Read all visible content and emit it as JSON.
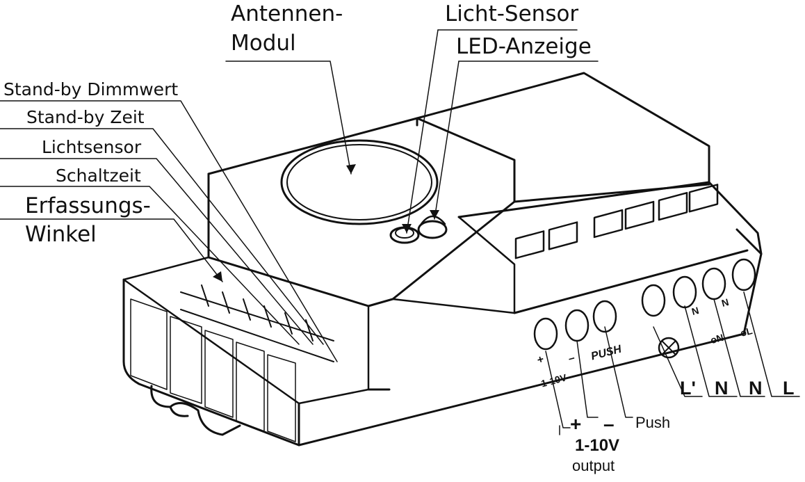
{
  "labels": {
    "antennen_line1": "Antennen-",
    "antennen_line2": "Modul",
    "licht_sensor": "Licht-Sensor",
    "led_anzeige": "LED-Anzeige",
    "standby_dimmwert": "Stand-by Dimmwert",
    "standby_zeit": "Stand-by Zeit",
    "lichtsensor": "Lichtsensor",
    "schaltzeit": "Schaltzeit",
    "erfassungs_line1": "Erfassungs-",
    "erfassungs_line2": "Winkel"
  },
  "terminals": {
    "l_prime": "L'",
    "n1": "N",
    "n2": "N",
    "l": "L",
    "plus": "+",
    "minus": "–",
    "push": "Push",
    "dim_title": "1-10V",
    "dim_sub": "output"
  },
  "device_marks": {
    "plus_mark": "+",
    "minus_mark": "–",
    "v_mark": "1-10V",
    "push_mark": "PUSH",
    "n_mark_1": "N",
    "n_mark_2": "N",
    "on_mark": "oN",
    "ol_mark": "oL"
  },
  "colors": {
    "ink": "#111111",
    "background": "#ffffff"
  }
}
